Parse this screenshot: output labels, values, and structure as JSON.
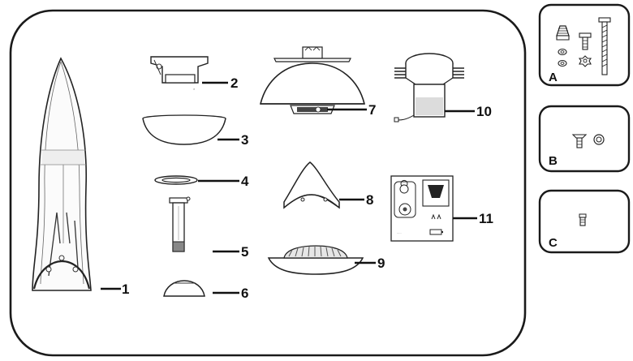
{
  "parts": [
    {
      "id": "1",
      "label": "1",
      "icon": "tall-shade-glass-icon"
    },
    {
      "id": "2",
      "label": "2",
      "icon": "mounting-bracket-icon"
    },
    {
      "id": "3",
      "label": "3",
      "icon": "canopy-bowl-icon"
    },
    {
      "id": "4",
      "label": "4",
      "icon": "canopy-ring-icon"
    },
    {
      "id": "5",
      "label": "5",
      "icon": "downrod-icon"
    },
    {
      "id": "6",
      "label": "6",
      "icon": "coupling-cover-icon"
    },
    {
      "id": "7",
      "label": "7",
      "icon": "motor-housing-icon"
    },
    {
      "id": "8",
      "label": "8",
      "icon": "switch-housing-icon"
    },
    {
      "id": "9",
      "label": "9",
      "icon": "light-kit-dish-icon"
    },
    {
      "id": "10",
      "label": "10",
      "icon": "receiver-module-icon"
    },
    {
      "id": "11",
      "label": "11",
      "icon": "remote-control-kit-icon"
    }
  ],
  "hardware": [
    {
      "id": "A",
      "label": "A",
      "icon": "wire-nuts-screws-washers-icon"
    },
    {
      "id": "B",
      "label": "B",
      "icon": "screw-and-washer-icon"
    },
    {
      "id": "C",
      "label": "C",
      "icon": "set-screw-icon"
    }
  ]
}
